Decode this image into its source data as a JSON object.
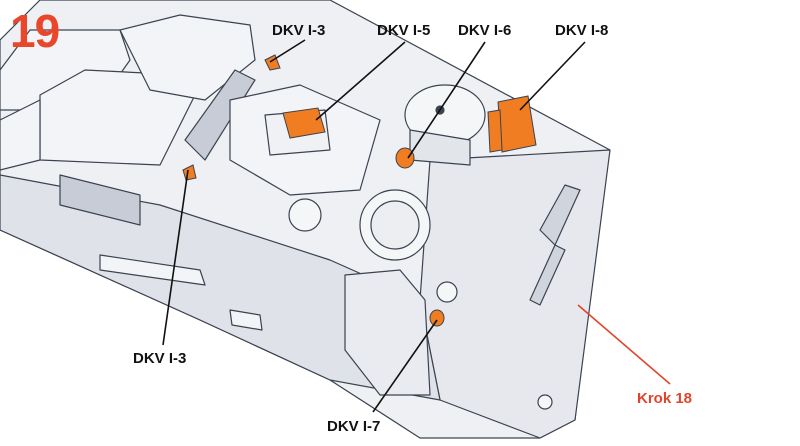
{
  "step_number": "19",
  "callouts": {
    "dkv_i3_top": "DKV I-3",
    "dkv_i5": "DKV I-5",
    "dkv_i6": "DKV I-6",
    "dkv_i8": "DKV I-8",
    "dkv_i3_left": "DKV I-3",
    "dkv_i7": "DKV I-7"
  },
  "reference": "Krok 18",
  "colors": {
    "highlight": "#f07d22",
    "accent_red": "#e0452a",
    "outline": "#3b4350",
    "hull": "#eef0f4",
    "shade": "#d9dde5"
  }
}
